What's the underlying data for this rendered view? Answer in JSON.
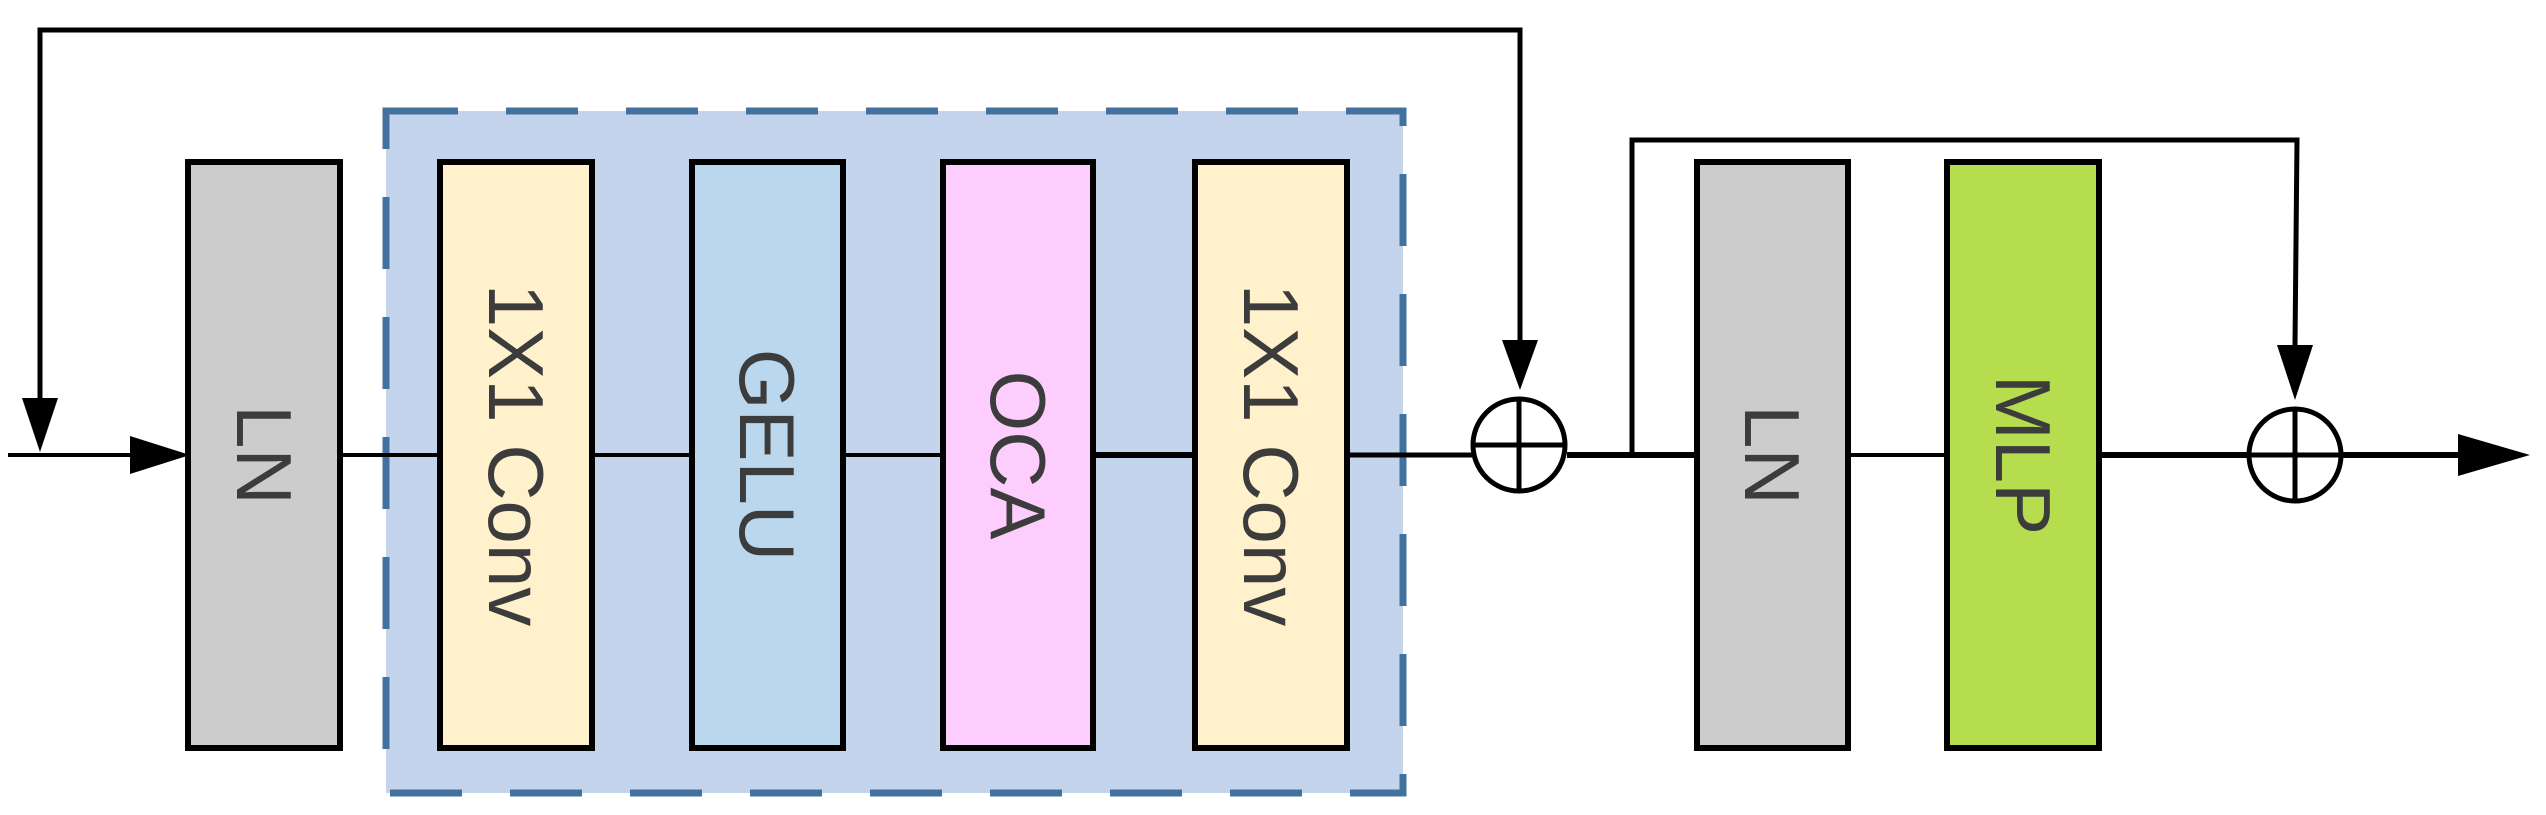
{
  "blocks": {
    "ln1": {
      "label": "LN",
      "fill": "#cccccc"
    },
    "conv1": {
      "label": "1X1 Conv",
      "fill": "#fff1cc"
    },
    "gelu": {
      "label": "GELU",
      "fill": "#bbd7ed"
    },
    "oca": {
      "label": "OCA",
      "fill": "#fdcdfe"
    },
    "conv2": {
      "label": "1X1 Conv",
      "fill": "#fff1cc"
    },
    "ln2": {
      "label": "LN",
      "fill": "#cccccc"
    },
    "mlp": {
      "label": "MLP",
      "fill": "#b6dd4e"
    }
  },
  "colors": {
    "group_fill": "#c4d4ec",
    "group_border": "#44729f",
    "line": "#000000",
    "text": "#3c3c3c"
  }
}
